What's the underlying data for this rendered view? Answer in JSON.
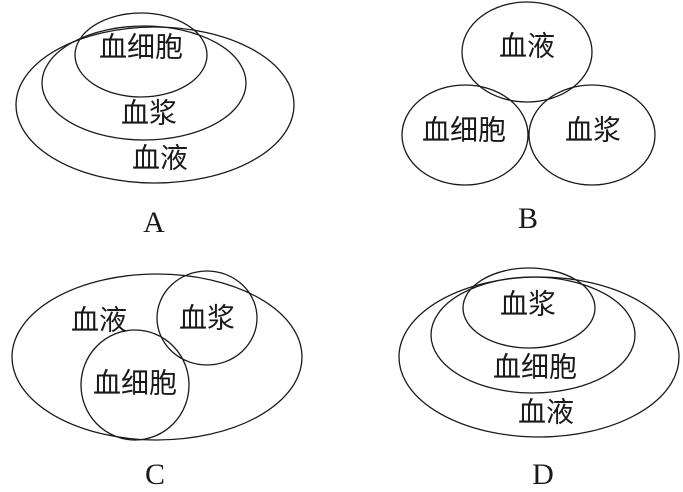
{
  "options": [
    {
      "caption": "A",
      "regions": [
        "血细胞",
        "血浆",
        "血液"
      ]
    },
    {
      "caption": "B",
      "regions": [
        "血液",
        "血细胞",
        "血浆"
      ]
    },
    {
      "caption": "C",
      "regions": [
        "血液",
        "血浆",
        "血细胞"
      ]
    },
    {
      "caption": "D",
      "regions": [
        "血浆",
        "血细胞",
        "血液"
      ]
    }
  ]
}
